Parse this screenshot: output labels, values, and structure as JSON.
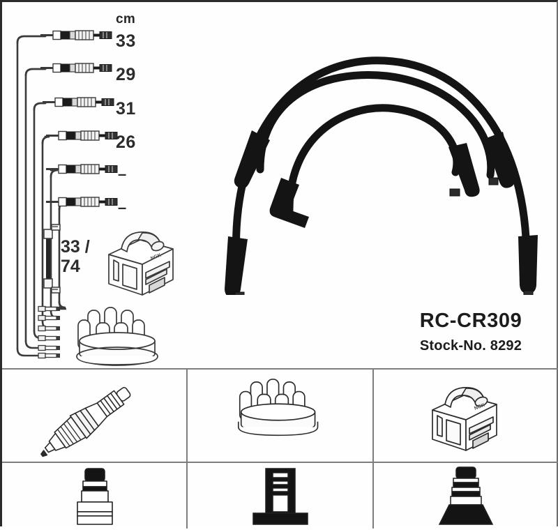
{
  "document": {
    "kind": "product-line-drawing",
    "subject": "ignition-cable-set",
    "brand_mark_on_coil": "NGK"
  },
  "product": {
    "part_number": "RC-CR309",
    "stock_label": "Stock-No. 8292"
  },
  "length_table": {
    "unit_header": "cm",
    "rows": [
      {
        "index": 1,
        "value": "33"
      },
      {
        "index": 2,
        "value": "29"
      },
      {
        "index": 3,
        "value": "31"
      },
      {
        "index": 4,
        "value": "26"
      },
      {
        "index": 5,
        "value": "–"
      },
      {
        "index": 6,
        "value": "–"
      }
    ]
  },
  "pair_cable": {
    "length_line_1": "33 /",
    "length_line_2": "74"
  },
  "components": {
    "coil_module": "ignition-coil-module",
    "distributor_cap": "distributor-cap",
    "short_link_cable": "short-link-cable"
  },
  "curved_cables": [
    {
      "index": 1,
      "name": "outer-arched-cable"
    },
    {
      "index": 2,
      "name": "middle-arched-cable"
    },
    {
      "index": 3,
      "name": "inner-arched-cable"
    }
  ],
  "icon_grid": {
    "cells": [
      {
        "row": 1,
        "col": 1,
        "icon": "spark-plug-icon"
      },
      {
        "row": 1,
        "col": 2,
        "icon": "distributor-cap-icon"
      },
      {
        "row": 1,
        "col": 3,
        "icon": "ignition-coil-icon"
      },
      {
        "row": 2,
        "col": 1,
        "icon": "straight-boot-icon"
      },
      {
        "row": 2,
        "col": 2,
        "icon": "flat-terminal-icon"
      },
      {
        "row": 2,
        "col": 3,
        "icon": "tapered-boot-icon"
      }
    ]
  },
  "colors": {
    "ink": "#1c1c1c",
    "line": "#3a3a3a",
    "rule": "#7d7d7d",
    "cable": "#111111",
    "background": "#ffffff"
  }
}
